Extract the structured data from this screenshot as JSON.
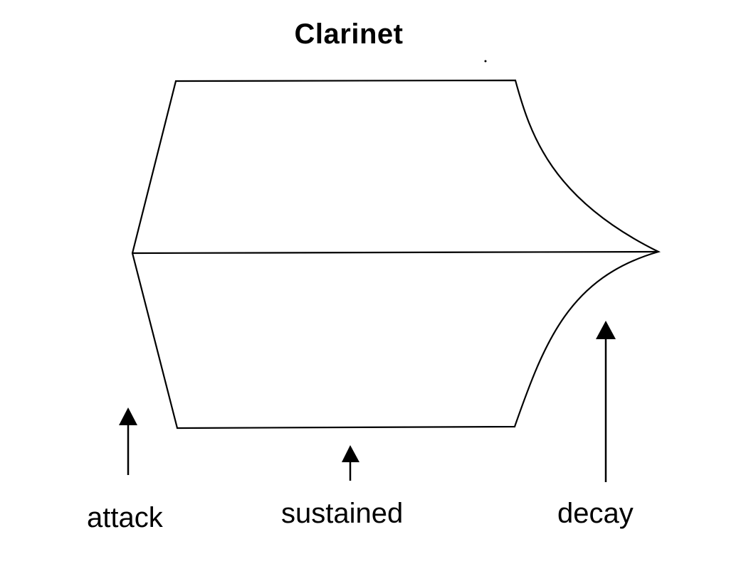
{
  "diagram": {
    "title": "Clarinet",
    "labels": {
      "attack": "attack",
      "sustained": "sustained",
      "decay": "decay"
    },
    "colors": {
      "stroke": "#000000",
      "background": "#ffffff"
    }
  }
}
